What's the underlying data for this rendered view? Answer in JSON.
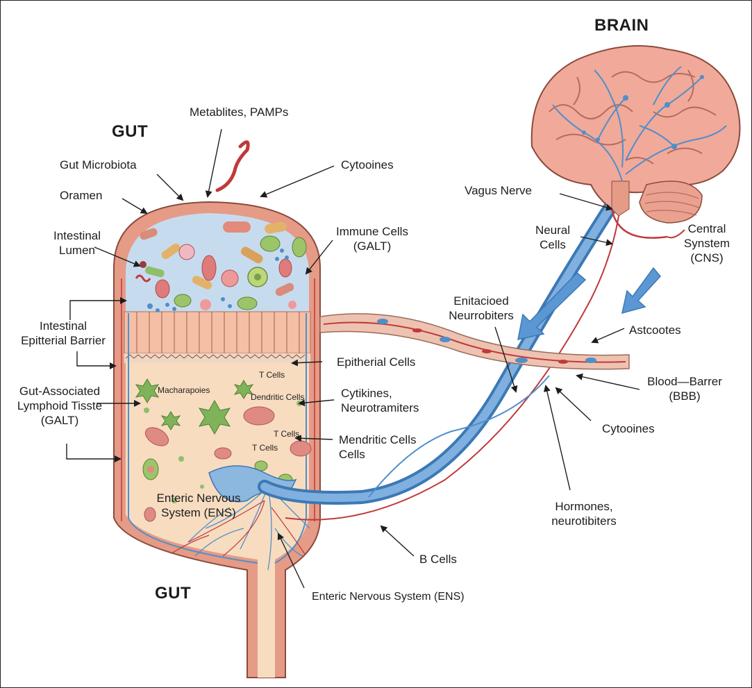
{
  "headers": {
    "gut_top": "GUT",
    "gut_bottom": "GUT",
    "brain": "BRAIN"
  },
  "labels": {
    "metabolites": "Metablites, PAMPs",
    "gut_microbiota": "Gut Microbiota",
    "cytokines_top": "Cytooines",
    "oramen": "Oramen",
    "intestinal_lumen": [
      "Intestinal",
      "Lumen"
    ],
    "immune_cells": [
      "Immune Cells",
      "(GALT)"
    ],
    "intestinal_barrier": [
      "Intestinal",
      "Epitterial Barrier"
    ],
    "galt_left": [
      "Gut-Associated",
      "Lymphoid Tisste",
      "(GALT)"
    ],
    "epithelial_cells": "Epitherial Cells",
    "cytikines_neuro": [
      "Cytikines,",
      "Neurotramiters"
    ],
    "mendritic_cells": [
      "Mendritic Cells",
      "Cells"
    ],
    "ens_inner": [
      "Enteric Nervous",
      "System (ENS)"
    ],
    "ens_bottom": "Enteric Nervous System (ENS)",
    "b_cells": "B Cells",
    "vagus_nerve": "Vagus Nerve",
    "neural_cells": [
      "Neural",
      "Cells"
    ],
    "cns": [
      "Central",
      "Synstem",
      "(CNS)"
    ],
    "enitacioed": [
      "Enitacioed",
      "Neurrobiters"
    ],
    "astcootes": "Astcootes",
    "bbb": [
      "Blood—Barrer",
      "(BBB)"
    ],
    "cytokines_right": "Cytooines",
    "hormones": [
      "Hormones,",
      "neurotibiters"
    ]
  },
  "inner_labels": {
    "macharapoies": "Macharapoies",
    "t_cells_1": "T Cells",
    "dendritic": "Dendritic Cells",
    "t_cells_2": "T Cells",
    "t_cells_3": "T Cells"
  },
  "colors": {
    "gut_wall": "#e59b86",
    "lumen": "#c7dbef",
    "tissue": "#f7dcc0",
    "nerve_blue": "#4f8fc9",
    "vessel_red": "#c0393b",
    "brain_pink": "#f1a99a"
  }
}
